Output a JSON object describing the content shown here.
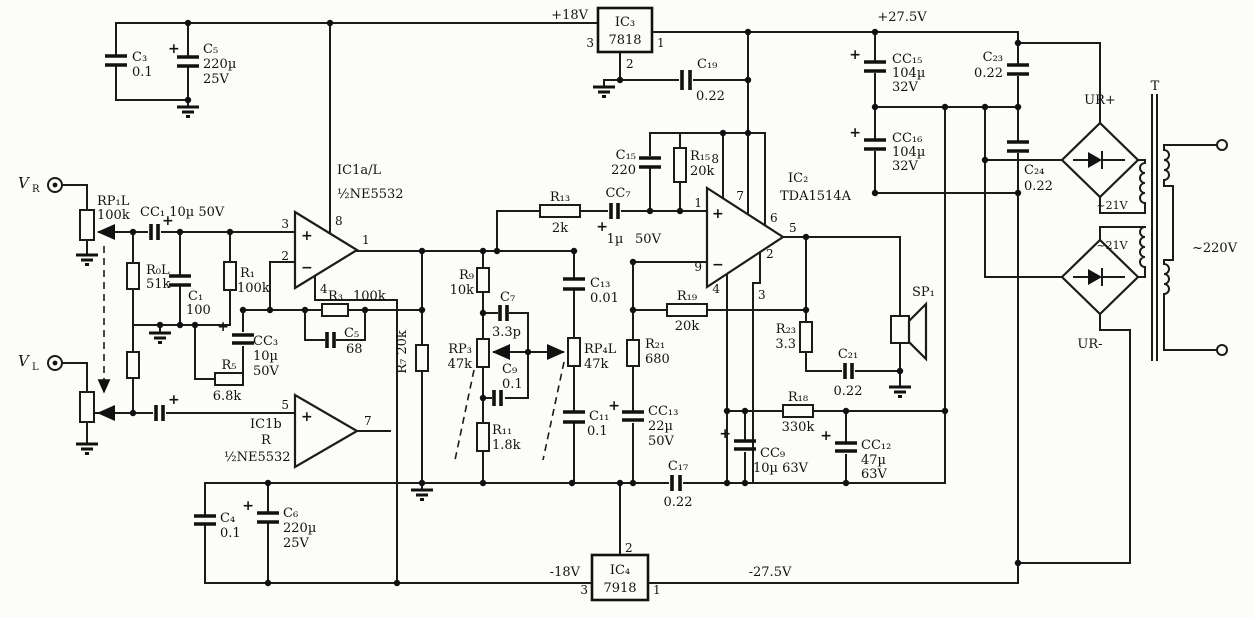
{
  "misc": {
    "plus": "+"
  },
  "power": {
    "p18": "+18V",
    "p27": "+27.5V",
    "n18": "-18V",
    "n27": "-27.5V"
  },
  "inputs": {
    "vr": {
      "base": "V",
      "sub": "R"
    },
    "vl": {
      "base": "V",
      "sub": "L"
    }
  },
  "transformer": {
    "ref": "T",
    "primary": "~220V"
  },
  "rectifier": {
    "positive": "UR+",
    "negative": "UR-",
    "winding_top": "~21V",
    "winding_bottom": "~21V"
  },
  "ics": {
    "ic1a": {
      "ref": "IC1a/L",
      "part": "½NE5532",
      "pin3": "3",
      "pin2": "2",
      "pin8": "8",
      "pin4": "4",
      "pin1": "1",
      "plus": "+",
      "minus": "−"
    },
    "ic1b": {
      "ref": "IC1b",
      "channel": "R",
      "part": "½NE5532",
      "pin5": "5",
      "pin7": "7",
      "plus": "+"
    },
    "ic2": {
      "ref": "IC₂",
      "part": "TDA1514A",
      "pin1": "1",
      "pin9": "9",
      "pin8": "8",
      "pin7": "7",
      "pin6": "6",
      "pin5": "5",
      "pin2": "2",
      "pin3": "3",
      "pin4": "4",
      "plus": "+",
      "minus": "−"
    },
    "ic3": {
      "ref": "IC₃",
      "part": "7818",
      "pin3": "3",
      "pin1": "1",
      "pin2": "2"
    },
    "ic4": {
      "ref": "IC₄",
      "part": "7918",
      "pin3": "3",
      "pin1": "1",
      "pin2": "2"
    }
  },
  "components": {
    "c3": {
      "ref": "C₃",
      "value": "0.1"
    },
    "c5a": {
      "ref": "C₅",
      "value": "220µ",
      "voltage": "25V"
    },
    "c19": {
      "ref": "C₁₉",
      "value": "0.22"
    },
    "cc15": {
      "ref": "CC₁₅",
      "value": "104µ",
      "voltage": "32V"
    },
    "cc16": {
      "ref": "CC₁₆",
      "value": "104µ",
      "voltage": "32V"
    },
    "c23": {
      "ref": "C₂₃",
      "value": "0.22"
    },
    "c24": {
      "ref": "C₂₄",
      "value": "0.22"
    },
    "rp1": {
      "ref": "RP₁L",
      "value": "100k"
    },
    "cc1": {
      "label": "CC₁ 10µ 50V"
    },
    "r0l": {
      "ref": "R₀L",
      "value": "51k"
    },
    "c1": {
      "ref": "C₁",
      "value": "100"
    },
    "r1": {
      "ref": "R₁",
      "value": "100k"
    },
    "r3": {
      "ref": "R₃",
      "value": "100k"
    },
    "cc3": {
      "ref": "CC₃",
      "value": "10µ",
      "voltage": "50V"
    },
    "c5b": {
      "ref": "C₅",
      "value": "68"
    },
    "r5": {
      "ref": "R₅",
      "value": "6.8k"
    },
    "r7": {
      "label": "R₇ 20k"
    },
    "r9": {
      "ref": "R₉",
      "value": "10k"
    },
    "c7": {
      "ref": "C₇",
      "value": "3.3p"
    },
    "rp3": {
      "ref": "RP₃",
      "value": "47k"
    },
    "c9": {
      "ref": "C₉",
      "value": "0.1"
    },
    "r11": {
      "ref": "R₁₁",
      "value": "1.8k"
    },
    "rp4": {
      "ref": "RP₄L",
      "value": "47k"
    },
    "c13": {
      "ref": "C₁₃",
      "value": "0.01"
    },
    "c11": {
      "ref": "C₁₁",
      "value": "0.1"
    },
    "r13": {
      "ref": "R₁₃",
      "value": "2k"
    },
    "cc7": {
      "ref": "CC₇",
      "value": "1µ",
      "voltage": "50V"
    },
    "c15": {
      "ref": "C₁₅",
      "value": "220"
    },
    "r15": {
      "ref": "R₁₅",
      "value": "20k"
    },
    "r19": {
      "ref": "R₁₉",
      "value": "20k"
    },
    "r21": {
      "ref": "R₂₁",
      "value": "680"
    },
    "cc13": {
      "ref": "CC₁₃",
      "value": "22µ",
      "voltage": "50V"
    },
    "r23": {
      "ref": "R₂₃",
      "value": "3.3"
    },
    "c21": {
      "ref": "C₂₁",
      "value": "0.22"
    },
    "sp1": {
      "ref": "SP₁"
    },
    "r18": {
      "ref": "R₁₈",
      "value": "330k"
    },
    "cc9": {
      "ref": "CC₉",
      "value": "10µ 63V"
    },
    "cc12": {
      "ref": "CC₁₂",
      "value": "47µ",
      "voltage": "63V"
    },
    "c17": {
      "ref": "C₁₇",
      "value": "0.22"
    },
    "c4": {
      "ref": "C₄",
      "value": "0.1"
    },
    "c6": {
      "ref": "C₆",
      "value": "220µ",
      "voltage": "25V"
    }
  }
}
